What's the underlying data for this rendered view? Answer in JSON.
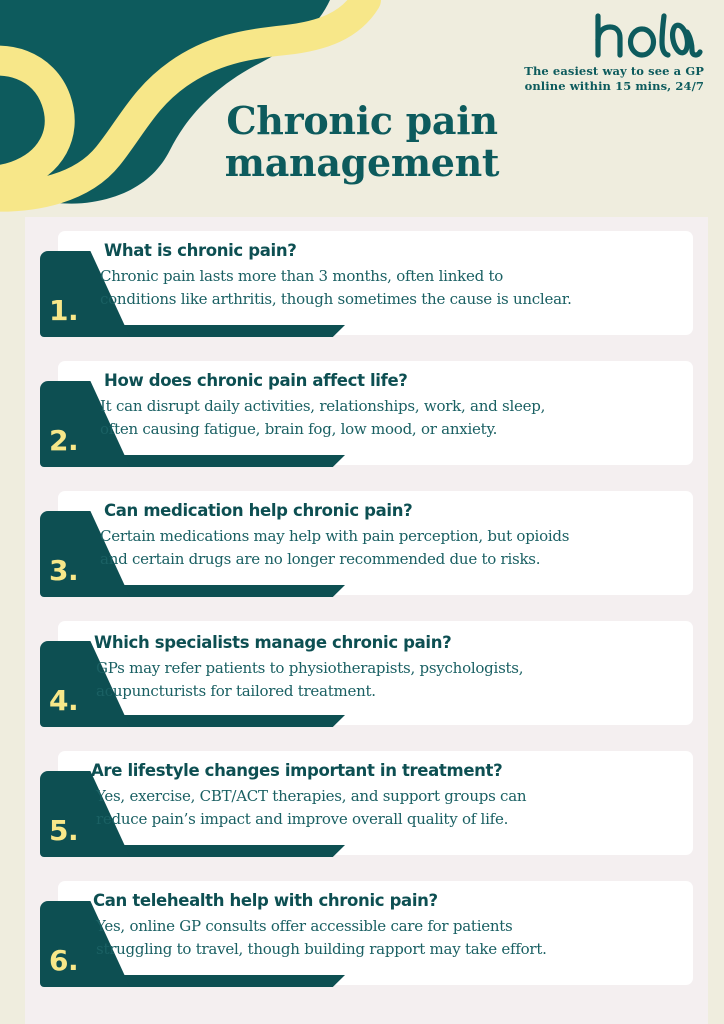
{
  "colors": {
    "background": "#efedde",
    "panel": "#f4eff0",
    "teal_dark": "#0d4f52",
    "teal": "#0d5b5d",
    "teal_body": "#1a6063",
    "yellow": "#f7e789",
    "card": "#ffffff"
  },
  "brand": {
    "name": "hola",
    "tagline": "The easiest way to see a GP\nonline within 15 mins, 24/7"
  },
  "title": "Chronic pain\nmanagement",
  "cards": [
    {
      "number": "1.",
      "heading": "What is chronic pain?",
      "body": "Chronic pain lasts more than 3 months, often linked to\nconditions like arthritis, though sometimes the cause is unclear."
    },
    {
      "number": "2.",
      "heading": "How does chronic pain affect life?",
      "body": "It can disrupt daily activities, relationships, work, and sleep,\noften causing fatigue, brain fog, low mood, or anxiety."
    },
    {
      "number": "3.",
      "heading": "Can medication help chronic pain?",
      "body": "Certain medications may help with pain perception, but opioids\nand certain drugs are no longer recommended due to risks."
    },
    {
      "number": "4.",
      "heading": "Which specialists manage chronic pain?",
      "body": "GPs may refer patients to physiotherapists, psychologists,\nacupuncturists for tailored treatment."
    },
    {
      "number": "5.",
      "heading": "Are lifestyle changes important in treatment?",
      "body": "Yes, exercise, CBT/ACT therapies, and support groups can\nreduce pain’s impact and improve overall quality of life."
    },
    {
      "number": "6.",
      "heading": "Can telehealth help with chronic pain?",
      "body": "Yes, online GP consults offer accessible care for patients\nstruggling to travel, though building rapport may take effort."
    }
  ]
}
